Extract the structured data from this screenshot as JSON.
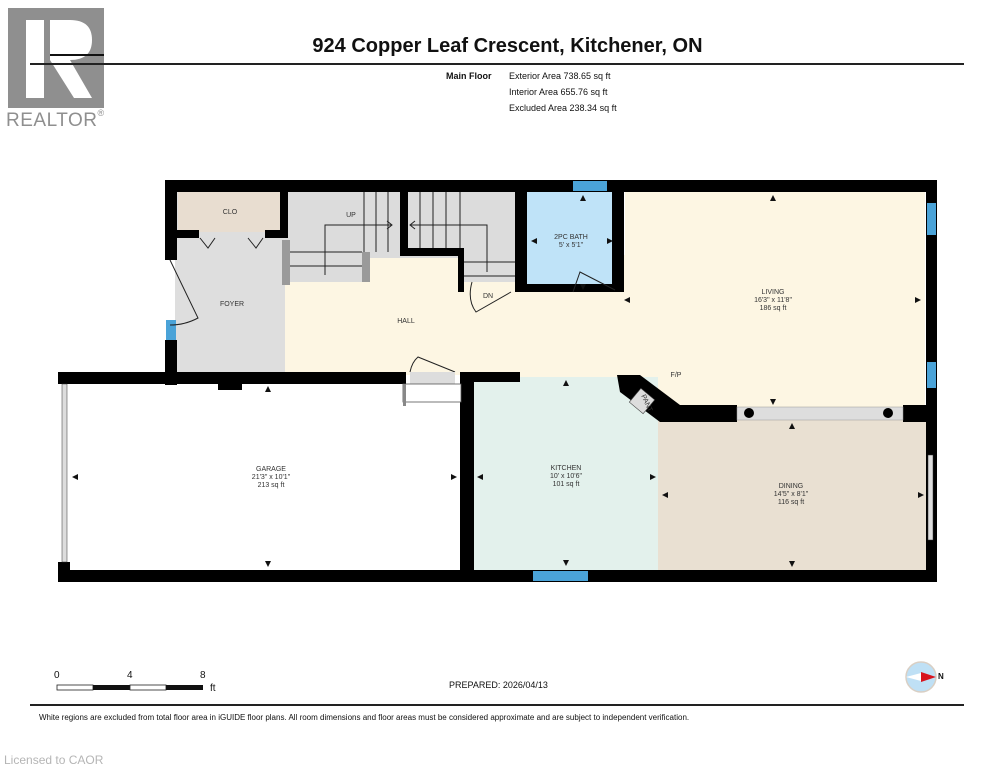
{
  "logo": {
    "name": "REALTOR",
    "mark": "®",
    "color": "#8f8f8f"
  },
  "header": {
    "title": "924 Copper Leaf Crescent, Kitchener, ON",
    "floor_label": "Main Floor",
    "areas": [
      "Exterior Area 738.65 sq ft",
      "Interior Area 655.76 sq ft",
      "Excluded Area 238.34 sq ft"
    ]
  },
  "plan": {
    "rooms": [
      {
        "id": "clo",
        "name": "CLO",
        "dims": "",
        "area": "",
        "color": "#e8ddd0"
      },
      {
        "id": "foyer",
        "name": "FOYER",
        "dims": "",
        "area": "",
        "color": "#dedede"
      },
      {
        "id": "hall",
        "name": "HALL",
        "dims": "",
        "area": "",
        "color": "#fdf6e3"
      },
      {
        "id": "bath",
        "name": "2PC BATH",
        "dims": "5' x 5'1\"",
        "area": "",
        "color": "#bfe3f8"
      },
      {
        "id": "living",
        "name": "LIVING",
        "dims": "16'3\" x 11'8\"",
        "area": "186 sq ft",
        "color": "#fdf6e3"
      },
      {
        "id": "garage",
        "name": "GARAGE",
        "dims": "21'3\" x 10'1\"",
        "area": "213 sq ft",
        "color": "#ffffff"
      },
      {
        "id": "kitchen",
        "name": "KITCHEN",
        "dims": "10' x 10'6\"",
        "area": "101 sq ft",
        "color": "#e3f1ec"
      },
      {
        "id": "dining",
        "name": "DINING",
        "dims": "14'5\" x 8'1\"",
        "area": "116 sq ft",
        "color": "#e9e0d2"
      }
    ],
    "labels": {
      "up": "UP",
      "dn": "DN",
      "fp": "F/P",
      "pantry": "PANT"
    },
    "colors": {
      "wall": "#000000",
      "window": "#4aa3d8",
      "stairs": "#dcdcdc"
    }
  },
  "scale": {
    "ticks": [
      "0",
      "4",
      "8"
    ],
    "unit": "ft"
  },
  "prepared": "PREPARED: 2026/04/13",
  "compass": {
    "label": "N",
    "needle_color": "#d7141e",
    "ring_color": "#bfe0f5"
  },
  "footer": {
    "disclaimer": "White regions are excluded from total floor area in iGUIDE floor plans. All room dimensions and floor areas must be considered approximate and are subject to independent verification.",
    "licensed": "Licensed to CAOR"
  }
}
